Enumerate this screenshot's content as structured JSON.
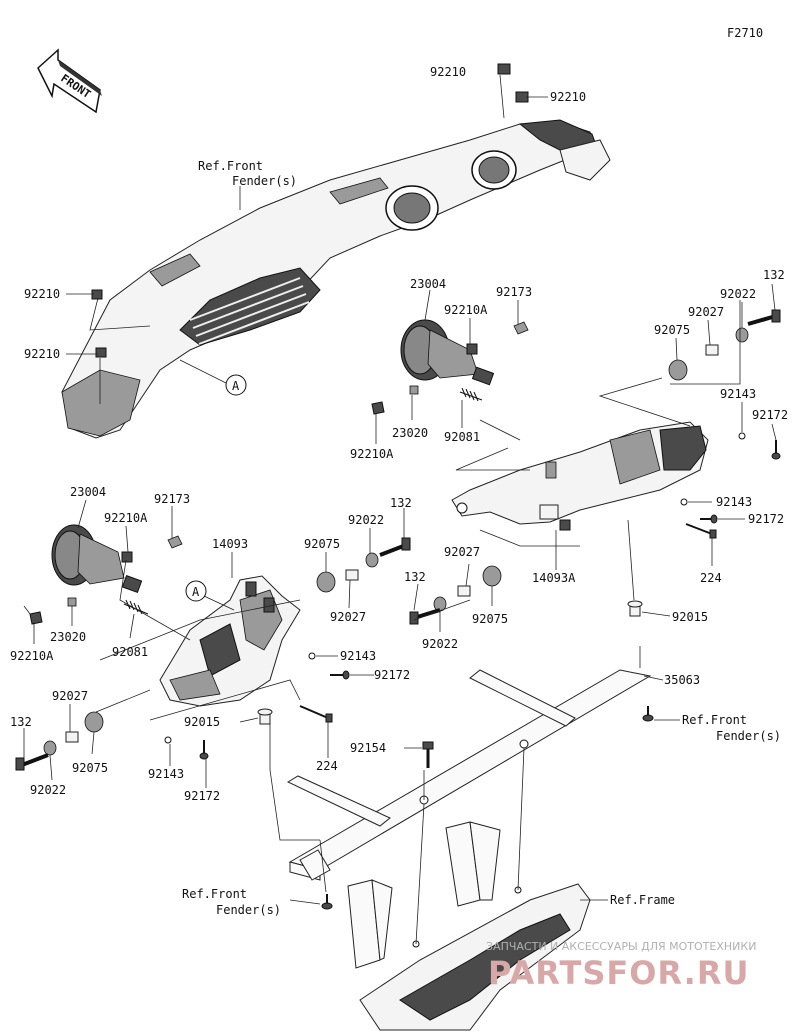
{
  "figure_id": "F2710",
  "front_label": "FRONT",
  "callout_a": "A",
  "refs": {
    "front_fender_line1": "Ref.Front",
    "front_fender_line2": "Fender(s)",
    "frame": "Ref.Frame"
  },
  "parts": {
    "p92210": "92210",
    "p92210A": "92210A",
    "p23004": "23004",
    "p92173": "92173",
    "p23020": "23020",
    "p92081": "92081",
    "p132": "132",
    "p92022": "92022",
    "p92027": "92027",
    "p92075": "92075",
    "p92143": "92143",
    "p92172": "92172",
    "p14093": "14093",
    "p14093A": "14093A",
    "p224": "224",
    "p92015": "92015",
    "p35063": "35063",
    "p92154": "92154"
  },
  "watermark": {
    "tagline": "ЗАПЧАСТИ И АКСЕССУАРЫ ДЛЯ МОТОТЕХНИКИ",
    "brand": "PARTSFOR.RU"
  }
}
